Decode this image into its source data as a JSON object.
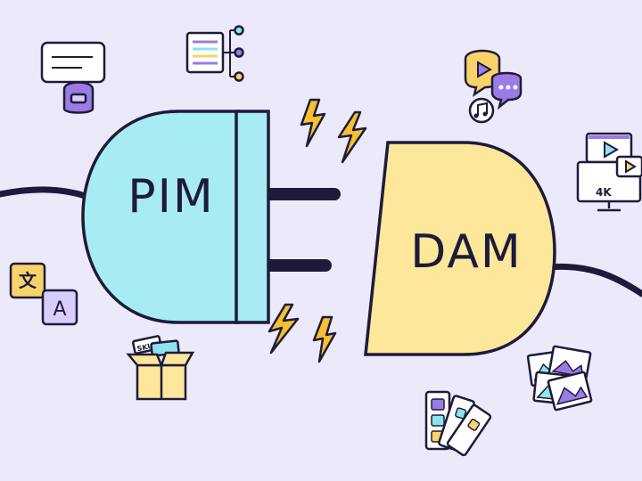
{
  "plugs": {
    "left_label": "PIM",
    "right_label": "DAM"
  },
  "icons": {
    "sku_tag": "SKU",
    "resolution_badge": "4K",
    "translate_glyph_a": "文",
    "translate_glyph_b": "A"
  },
  "colors": {
    "background": "#ece9fb",
    "outline": "#1e1b3a",
    "pim_plug": "#a7ecf3",
    "dam_plug": "#fce79a",
    "lightning": "#f6c130",
    "accent_purple": "#9b7be6",
    "accent_yellow": "#f7d36a",
    "accent_cyan": "#8ee3ee"
  },
  "icon_names": [
    "chat-card-icon",
    "data-tree-icon",
    "media-chat-icon",
    "video-monitor-icon",
    "translate-icon",
    "sku-box-icon",
    "color-swatch-icon",
    "image-stack-icon",
    "lightning-icon"
  ]
}
